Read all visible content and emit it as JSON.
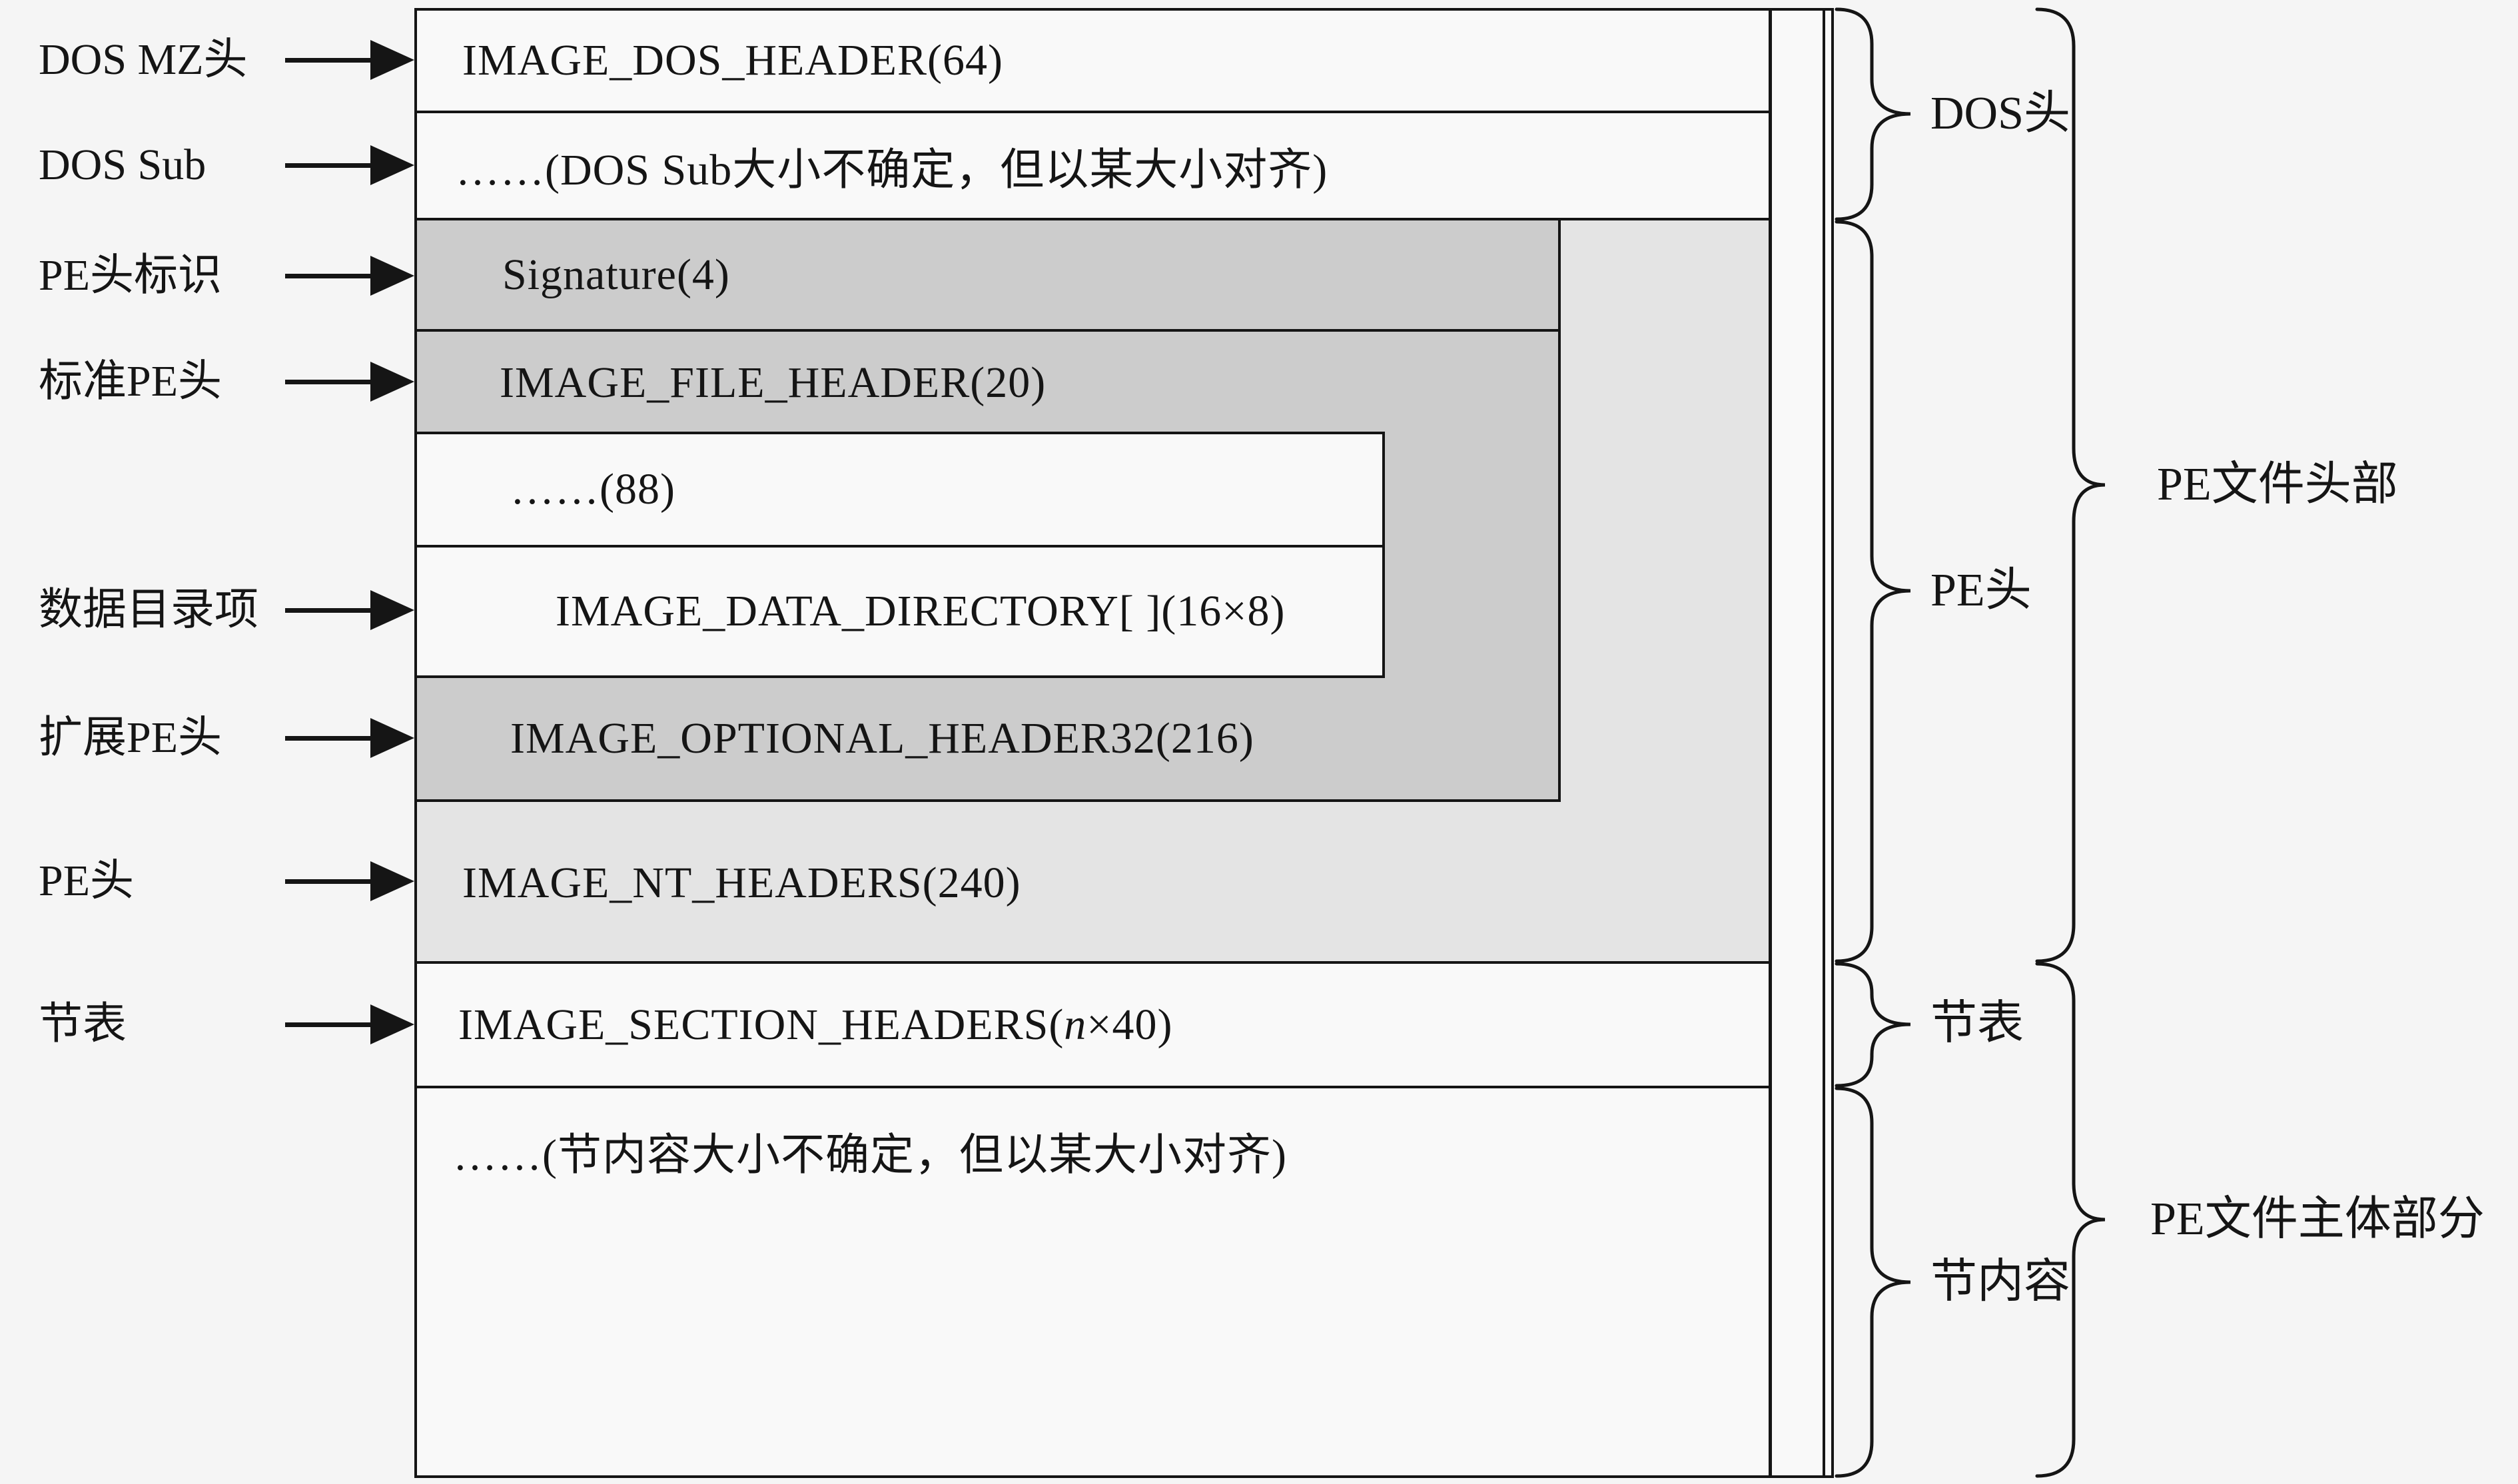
{
  "title": "PE file structure diagram",
  "colors": {
    "background": "#f5f5f5",
    "box_fill": "#f9f9f9",
    "nt_region_fill": "#e4e4e4",
    "inner_gray_fill": "#cccccc",
    "line": "#151515"
  },
  "left_labels": [
    {
      "text": "DOS MZ头"
    },
    {
      "text": "DOS Sub"
    },
    {
      "text": "PE头标识"
    },
    {
      "text": "标准PE头"
    },
    {
      "text": "数据目录项"
    },
    {
      "text": "扩展PE头"
    },
    {
      "text": "PE头"
    },
    {
      "text": "节表"
    }
  ],
  "boxes": {
    "dos_header": "IMAGE_DOS_HEADER(64)",
    "dos_sub": "……(DOS Sub大小不确定，但以某大小对齐)",
    "signature": "Signature(4)",
    "file_header": "IMAGE_FILE_HEADER(20)",
    "padding_88": "……(88)",
    "data_directory": "IMAGE_DATA_DIRECTORY[ ](16×8)",
    "optional_header": "IMAGE_OPTIONAL_HEADER32(216)",
    "nt_headers": "IMAGE_NT_HEADERS(240)",
    "section_headers_pre": "IMAGE_SECTION_HEADERS(",
    "section_headers_n": "n",
    "section_headers_post": "×40)",
    "section_content": "……(节内容大小不确定，但以某大小对齐)"
  },
  "right_groups": [
    {
      "text": "DOS头"
    },
    {
      "text": "PE头"
    },
    {
      "text": "节表"
    },
    {
      "text": "节内容"
    }
  ],
  "right_sections": [
    {
      "text": "PE文件头部"
    },
    {
      "text": "PE文件主体部分"
    }
  ]
}
